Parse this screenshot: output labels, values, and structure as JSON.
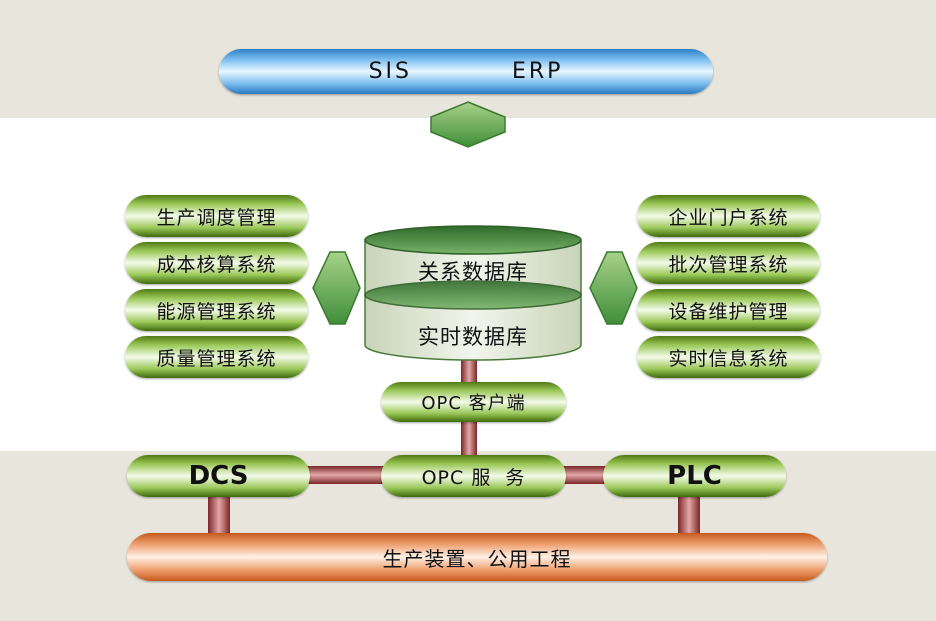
{
  "top_bus": {
    "left": "SIS",
    "right": "ERP"
  },
  "left_systems": [
    "生产调度管理",
    "成本核算系统",
    "能源管理系统",
    "质量管理系统"
  ],
  "right_systems": [
    "企业门户系统",
    "批次管理系统",
    "设备维护管理",
    "实时信息系统"
  ],
  "database": {
    "relational": "关系数据库",
    "realtime": "实时数据库"
  },
  "opc_client": "OPC 客户端",
  "opc_server": "OPC 服  务",
  "dcs": "DCS",
  "plc": "PLC",
  "bottom_bus": "生产装置、公用工程"
}
